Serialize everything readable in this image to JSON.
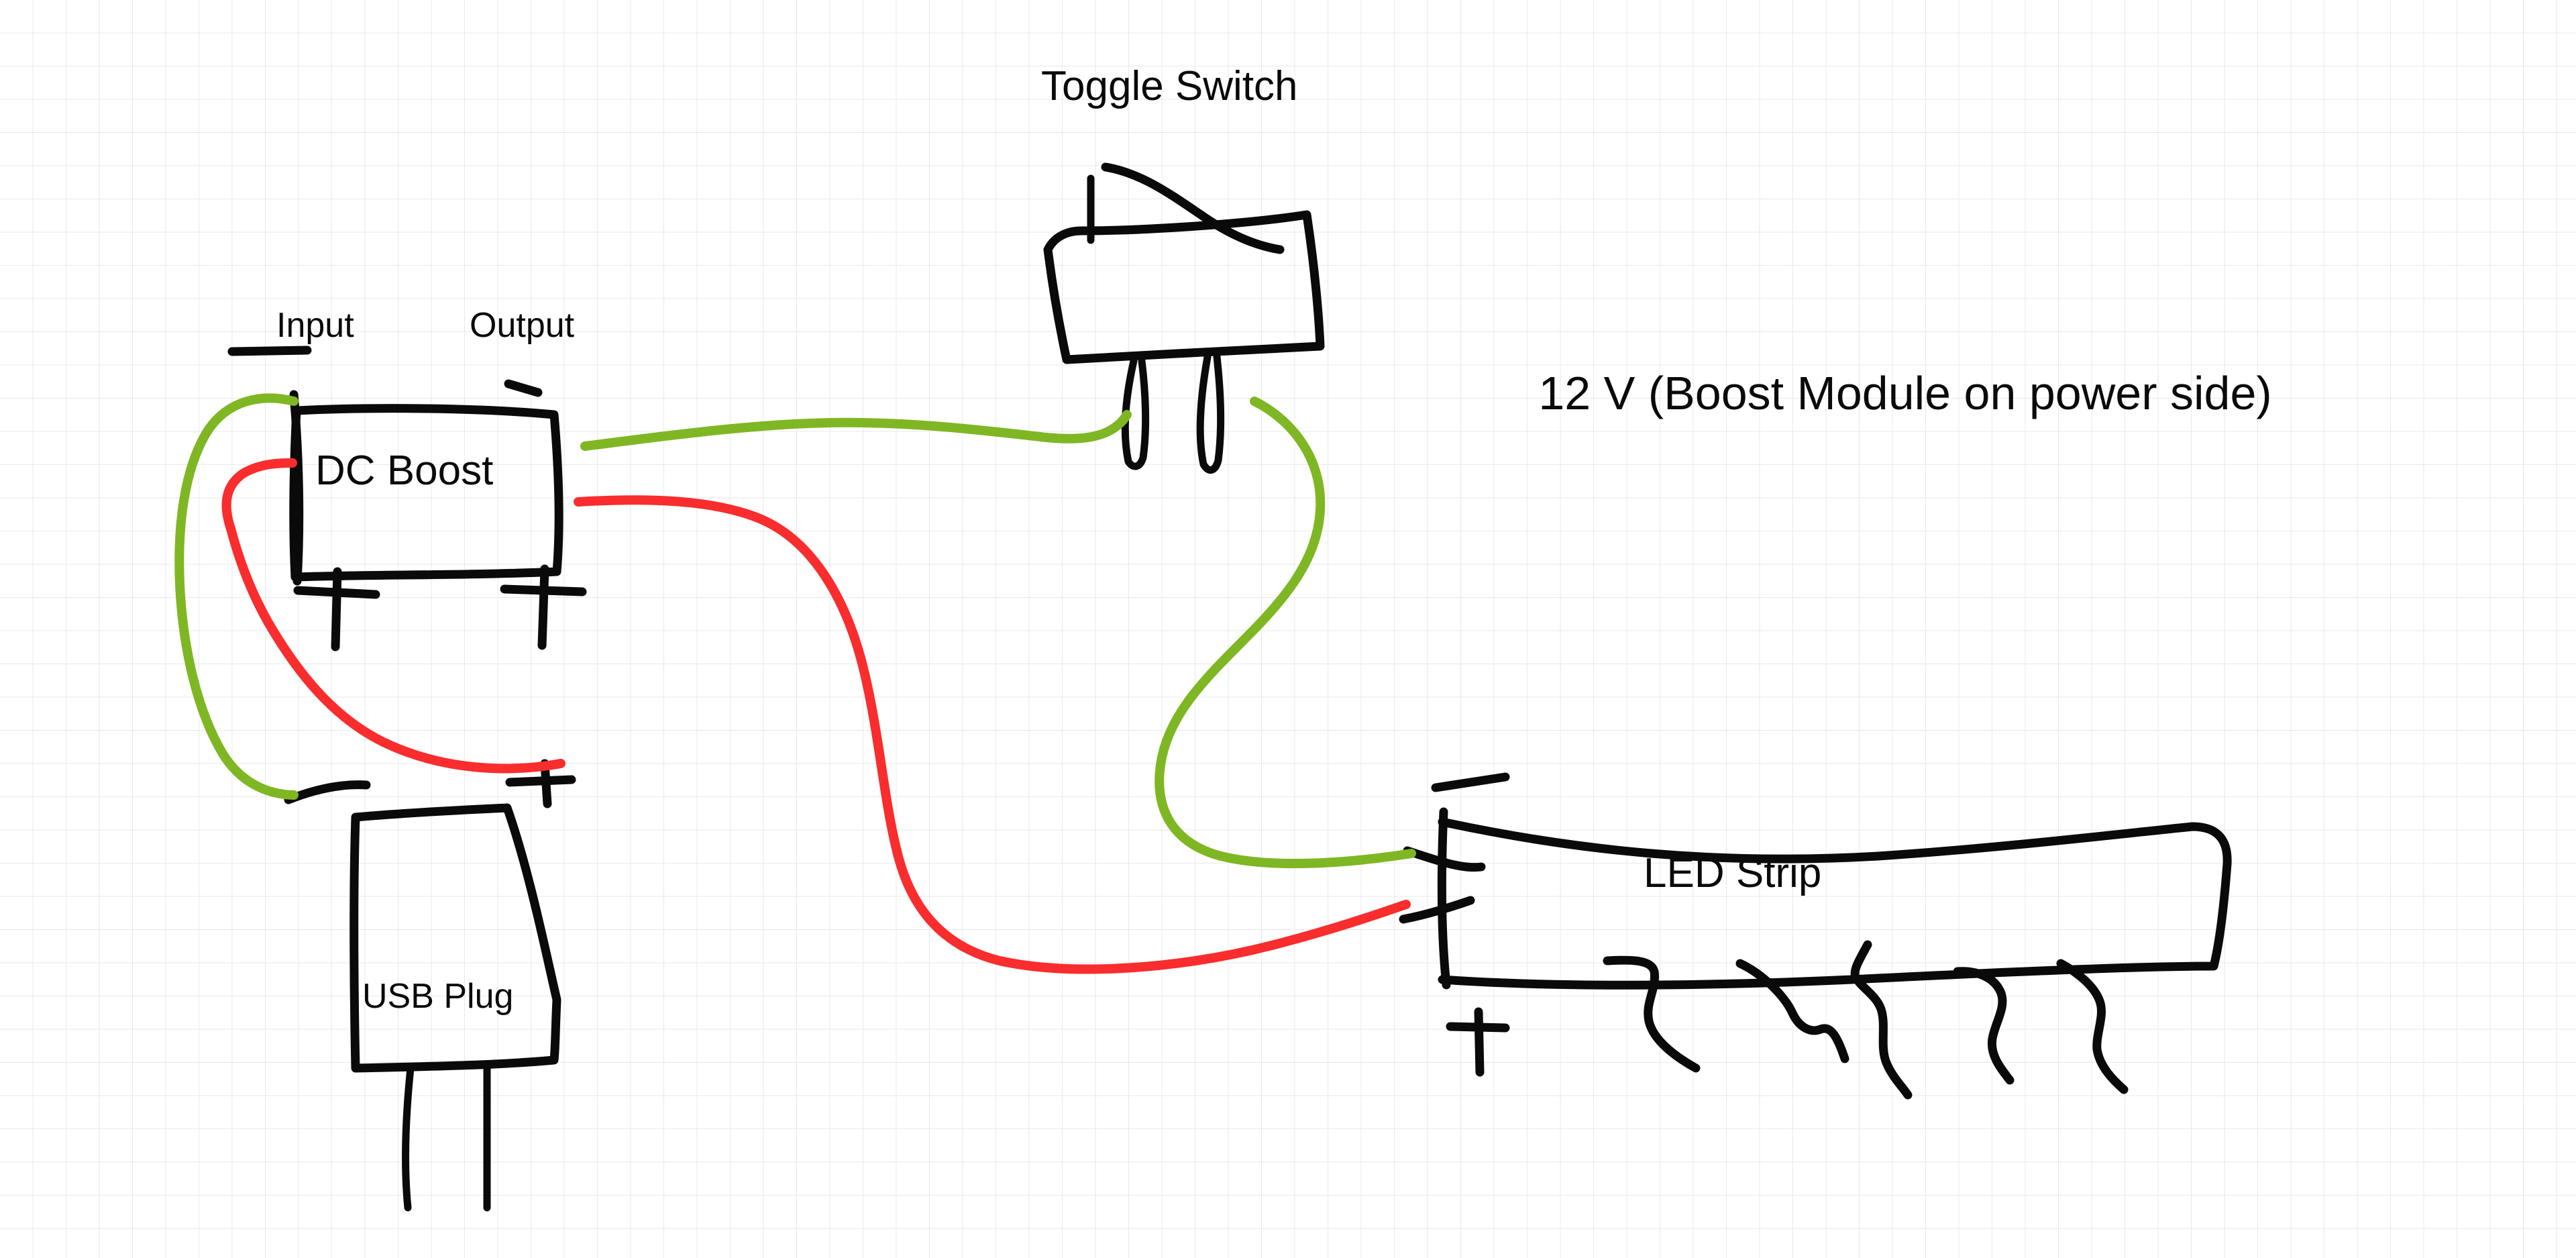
{
  "diagram": {
    "title_note": "12 V (Boost Module on power side)",
    "style": {
      "ink_color": "#0a0a0a",
      "wire_green": "#7fb724",
      "wire_red": "#f92d2d",
      "grid_color": "#e9e9e9",
      "background": "#ffffff"
    }
  },
  "components": {
    "dc_boost": {
      "label": "DC Boost",
      "input_label": "Input",
      "output_label": "Output",
      "input_minus": "−",
      "input_plus": "+",
      "output_minus": "−",
      "output_plus": "+"
    },
    "usb_plug": {
      "label": "USB Plug",
      "minus": "−",
      "plus": "+"
    },
    "toggle_switch": {
      "label": "Toggle Switch"
    },
    "led_strip": {
      "label": "LED Strip",
      "minus": "−",
      "plus": "+",
      "ray_count": 5
    }
  },
  "wires": [
    {
      "name": "usb-minus-to-boost-input-minus",
      "color": "#7fb724"
    },
    {
      "name": "usb-plus-to-boost-input-plus",
      "color": "#f92d2d"
    },
    {
      "name": "boost-output-minus-to-switch",
      "color": "#7fb724"
    },
    {
      "name": "switch-to-led-minus",
      "color": "#7fb724"
    },
    {
      "name": "boost-output-plus-to-led-plus",
      "color": "#f92d2d"
    }
  ]
}
